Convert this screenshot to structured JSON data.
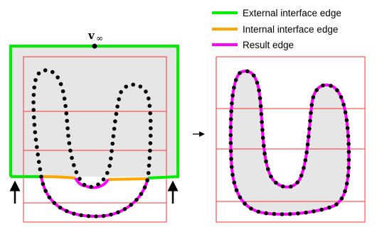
{
  "legend": {
    "items": [
      {
        "label": "External interface edge",
        "color": "#00ee00"
      },
      {
        "label": "Internal interface edge",
        "color": "#ffa500"
      },
      {
        "label": "Result edge",
        "color": "#ff00ff"
      }
    ]
  },
  "left_panel": {
    "vertex_label": "v",
    "vertex_sub": "∞"
  },
  "colors": {
    "grid_line": "#ff3030",
    "fill": "#e6e6e6",
    "point": "#000000",
    "external": "#00ee00",
    "internal": "#ffa500",
    "result": "#ff00ff"
  }
}
